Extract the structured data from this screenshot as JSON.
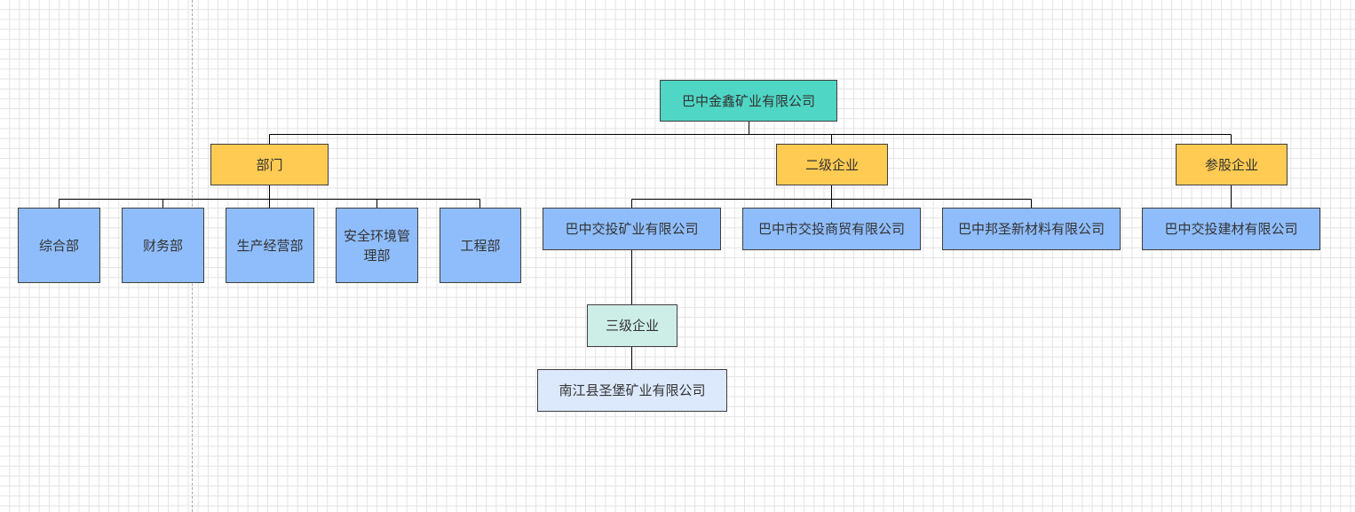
{
  "root": {
    "label": "巴中金鑫矿业有限公司"
  },
  "categories": [
    {
      "label": "部门"
    },
    {
      "label": "二级企业"
    },
    {
      "label": "参股企业"
    }
  ],
  "departments": [
    {
      "label": "综合部"
    },
    {
      "label": "财务部"
    },
    {
      "label": "生产经营部"
    },
    {
      "label": "安全环境管理部"
    },
    {
      "label": "工程部"
    }
  ],
  "secondary": [
    {
      "label": "巴中交投矿业有限公司"
    },
    {
      "label": "巴中市交投商贸有限公司"
    },
    {
      "label": "巴中邦圣新材料有限公司"
    }
  ],
  "associates": [
    {
      "label": "巴中交投建材有限公司"
    }
  ],
  "tier3": {
    "label": "三级企业"
  },
  "tier3_companies": [
    {
      "label": "南江县圣堡矿业有限公司"
    }
  ],
  "colors": {
    "root": "#4fd6c4",
    "category": "#ffcb52",
    "company": "#8fbdfc",
    "tier3": "#cdeee6",
    "leaf": "#dce8fc",
    "line": "#000000"
  }
}
